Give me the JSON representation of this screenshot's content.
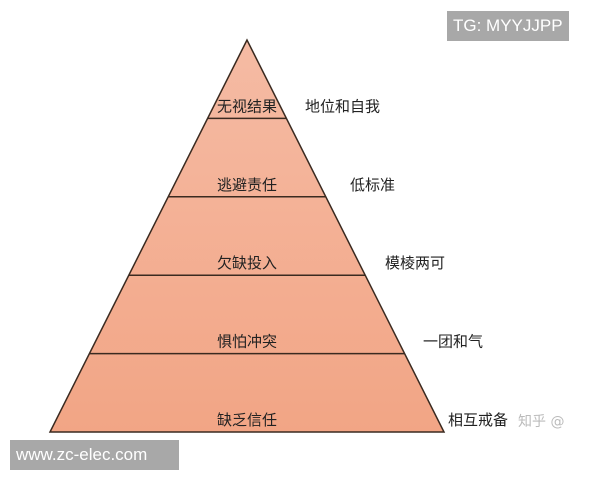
{
  "diagram": {
    "levels": [
      {
        "label": "无视结果",
        "result": "地位和自我"
      },
      {
        "label": "逃避责任",
        "result": "低标准"
      },
      {
        "label": "欠缺投入",
        "result": "模棱两可"
      },
      {
        "label": "惧怕冲突",
        "result": "一团和气"
      },
      {
        "label": "缺乏信任",
        "result": "相互戒备"
      }
    ],
    "fill_top": "#f5bba4",
    "fill_bottom": "#f2a585",
    "line_color": "#3a2a20"
  },
  "watermarks": {
    "top_right": "TG: MYYJJPP",
    "bottom_left": "www.zc-elec.com",
    "overlay": "知乎 @"
  }
}
